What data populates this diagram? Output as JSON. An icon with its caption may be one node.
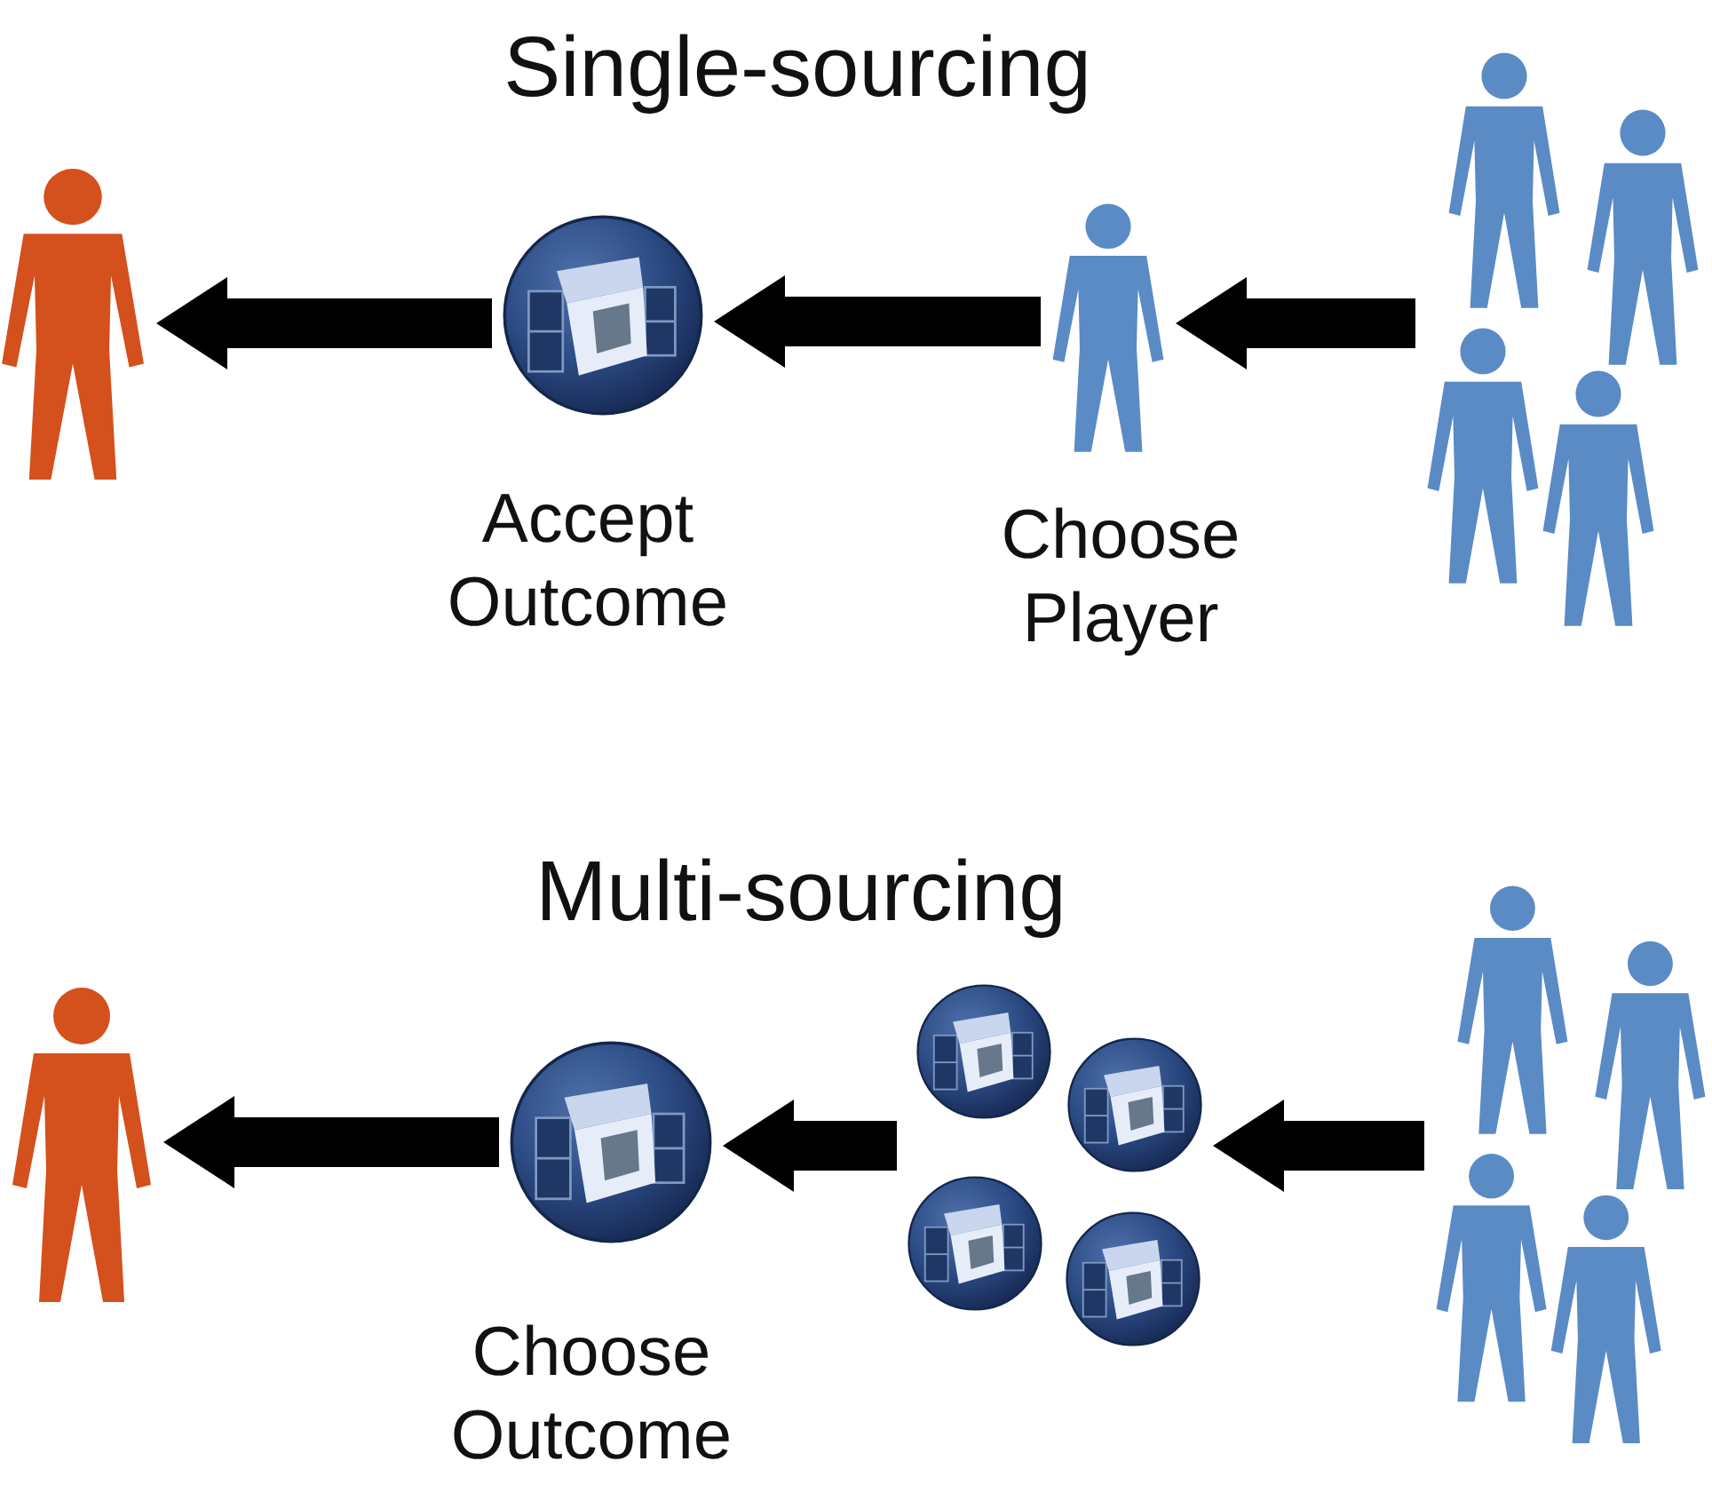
{
  "diagram": {
    "nodes": [
      {
        "text": [],
        "shape": "person"
      },
      {
        "text": [],
        "shape": "circle",
        "beside": [
          "Accept Outcome"
        ]
      },
      {
        "text": [],
        "shape": "person",
        "beside": [
          "Choose Player"
        ]
      },
      {
        "text": [],
        "shape": "crowd"
      },
      {
        "text": [],
        "shape": "person"
      },
      {
        "text": [],
        "shape": "circle",
        "beside": [
          "Choose Outcome"
        ]
      },
      {
        "text": [],
        "shape": "circles"
      },
      {
        "text": [],
        "shape": "crowd"
      }
    ],
    "edges": [
      {
        "from": 1,
        "to": 0,
        "arrow": "to"
      },
      {
        "from": 2,
        "to": 1,
        "arrow": "to"
      },
      {
        "from": 3,
        "to": 2,
        "arrow": "to"
      },
      {
        "from": 5,
        "to": 4,
        "arrow": "to"
      },
      {
        "from": 6,
        "to": 5,
        "arrow": "to"
      },
      {
        "from": 7,
        "to": 6,
        "arrow": "to"
      }
    ],
    "labels": [
      "Single-sourcing",
      "Multi-sourcing"
    ]
  }
}
